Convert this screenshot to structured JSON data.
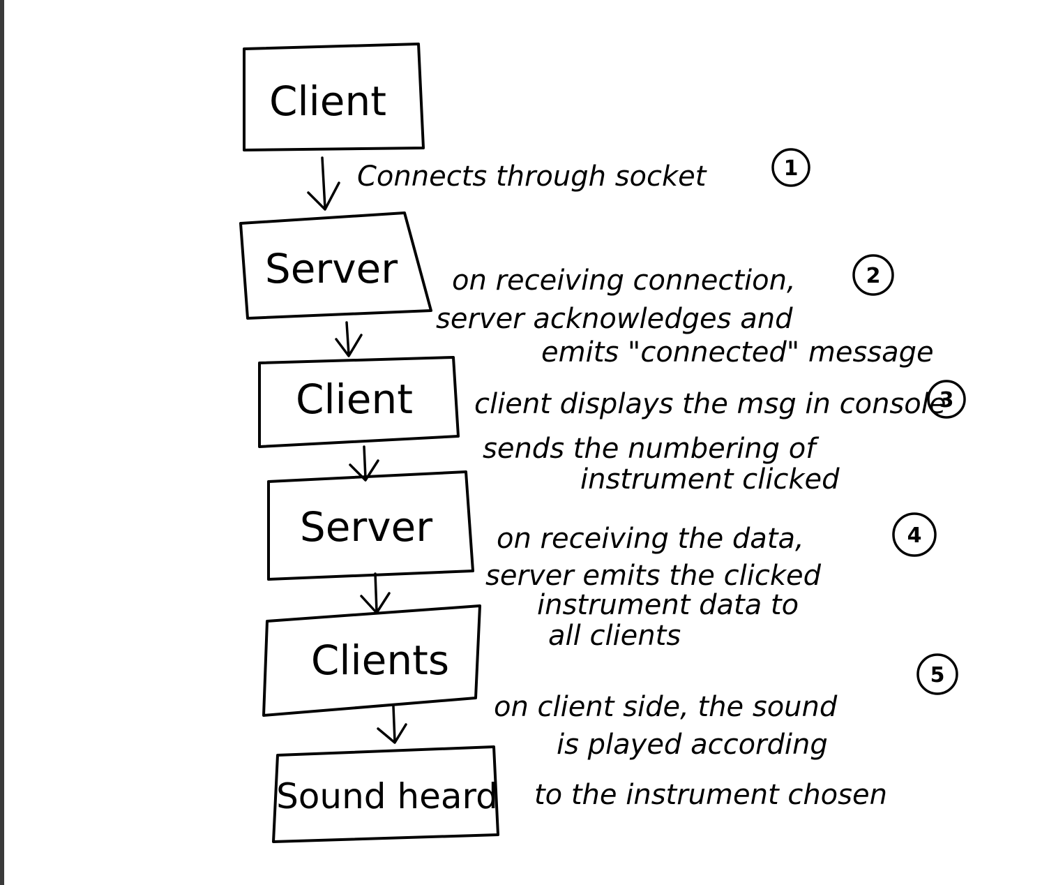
{
  "nodes": [
    {
      "label": "Client"
    },
    {
      "label": "Server"
    },
    {
      "label": "Client"
    },
    {
      "label": "Server"
    },
    {
      "label": "Clients"
    },
    {
      "label": "Sound heard"
    }
  ],
  "steps": [
    {
      "number": "1",
      "lines": [
        "Connects through socket"
      ]
    },
    {
      "number": "2",
      "lines": [
        "on receiving connection,",
        "server acknowledges and",
        "emits \"connected\" message"
      ]
    },
    {
      "number": "3",
      "lines": [
        "client displays the msg in console",
        "sends the numbering of",
        "instrument clicked"
      ]
    },
    {
      "number": "4",
      "lines": [
        "on receiving the data,",
        "server emits the clicked",
        "instrument data to",
        "all clients"
      ]
    },
    {
      "number": "5",
      "lines": [
        "on client side, the sound",
        "is played according",
        "to the instrument chosen"
      ]
    }
  ]
}
